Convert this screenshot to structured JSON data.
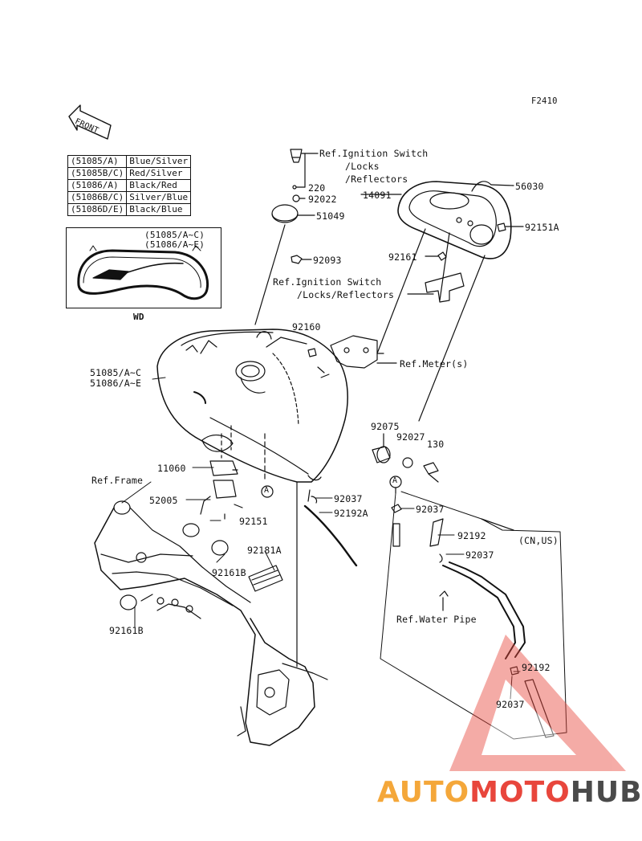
{
  "figure_code": "F2410",
  "front_label": "FRONT",
  "color_table": [
    {
      "code": "(51085/A)",
      "color": "Blue/Silver"
    },
    {
      "code": "(51085B/C)",
      "color": "Red/Silver"
    },
    {
      "code": "(51086/A)",
      "color": "Black/Red"
    },
    {
      "code": "(51086B/C)",
      "color": "Silver/Blue"
    },
    {
      "code": "(51086D/E)",
      "color": "Black/Blue"
    }
  ],
  "inset": {
    "ref_line1": "(51085/A~C)",
    "ref_line2": "(51086/A~E)",
    "caption": "WD"
  },
  "labels": {
    "ref_ignition_top_1": "Ref.Ignition Switch",
    "ref_ignition_top_2": "/Locks",
    "ref_ignition_top_3": "/Reflectors",
    "p220": "220",
    "p92022": "92022",
    "p51049": "51049",
    "p92093": "92093",
    "p14091": "14091",
    "p56030": "56030",
    "p92151A": "92151A",
    "p92161": "92161",
    "ref_ignition_mid_1": "Ref.Ignition Switch",
    "ref_ignition_mid_2": "/Locks/Reflectors",
    "p92160": "92160",
    "ref_meter": "Ref.Meter(s)",
    "tank_1": "51085/A~C",
    "tank_2": "51086/A~E",
    "p92075": "92075",
    "p92027": "92027",
    "p130": "130",
    "p11060": "11060",
    "ref_frame": "Ref.Frame",
    "p52005": "52005",
    "p92151": "92151",
    "circle_a": "A",
    "p92037_a": "92037",
    "p92192A": "92192A",
    "p92037_b": "92037",
    "p92192_a": "92192",
    "p92037_c": "92037",
    "cn_us": "(CN,US)",
    "p92181A": "92181A",
    "p92161B_a": "92161B",
    "p92161B_b": "92161B",
    "ref_water_pipe": "Ref.Water Pipe",
    "p92192_b": "92192",
    "p92037_d": "92037"
  },
  "watermark": {
    "part1": "AUTO",
    "part2": "MOTO",
    "part3": "HUB",
    "colors": {
      "part1": "#f4a73a",
      "part2": "#e8463c",
      "part3": "#4a4a4a",
      "triangle": "#e8463c"
    }
  }
}
